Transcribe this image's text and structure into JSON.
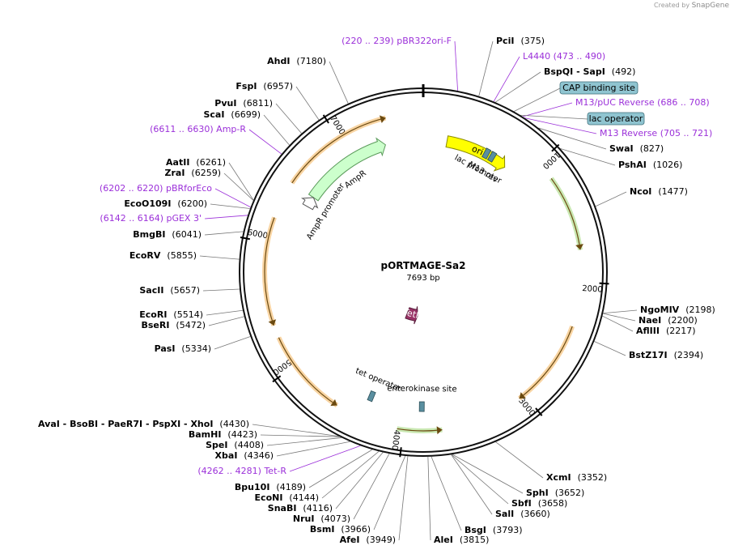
{
  "header": {
    "created_by": "Created by",
    "brand": "SnapGene"
  },
  "plasmid": {
    "name": "pORTMAGE-Sa2",
    "size_label": "7693 bp",
    "length": 7693
  },
  "ticks": [
    {
      "pos": 1000,
      "label": "1000"
    },
    {
      "pos": 2000,
      "label": "2000"
    },
    {
      "pos": 3000,
      "label": "3000"
    },
    {
      "pos": 4000,
      "label": "4000"
    },
    {
      "pos": 5000,
      "label": "5000"
    },
    {
      "pos": 6000,
      "label": "6000"
    },
    {
      "pos": 7000,
      "label": "7000"
    }
  ],
  "features": [
    {
      "name": "ori",
      "label": "ori",
      "start": 220,
      "end": 809,
      "dir": "cw",
      "color": "#ffff00",
      "stroke": "#8a8a00",
      "track": "inner",
      "label_pos": "on"
    },
    {
      "name": "AmpR",
      "label": "AmpR",
      "start": 6500,
      "end": 7340,
      "dir": "cw",
      "color": "#ccffcc",
      "stroke": "#5a9a5a",
      "track": "inner",
      "label_pos": "inside"
    },
    {
      "name": "AmpR promoter",
      "label": "AmpR promoter",
      "start": 6400,
      "end": 6500,
      "dir": "cw",
      "color": "#ffffff",
      "stroke": "#555555",
      "track": "inner",
      "label_pos": "inside"
    },
    {
      "name": "TetR",
      "label": "TetR",
      "start": 4000,
      "end": 4300,
      "dir": "ccw",
      "color": "#993366",
      "stroke": "#5a1d3c",
      "track": "inner",
      "label_pos": "on"
    }
  ],
  "small_features": [
    {
      "label": "lac promoter",
      "pos": 600
    },
    {
      "label": "M13 rev",
      "pos": 660
    },
    {
      "label": "tet operator",
      "pos": 4330
    },
    {
      "label": "enterokinase site",
      "pos": 3860
    }
  ],
  "outer_arcs": [
    {
      "start": 1150,
      "end": 1750,
      "dir": "cw",
      "color": "#88cc55"
    },
    {
      "start": 2350,
      "end": 3050,
      "dir": "cw",
      "color": "#f0a030"
    },
    {
      "start": 3700,
      "end": 4050,
      "dir": "ccw",
      "color": "#88cc55"
    },
    {
      "start": 4550,
      "end": 5250,
      "dir": "ccw",
      "color": "#f0a030"
    },
    {
      "start": 5350,
      "end": 6200,
      "dir": "ccw",
      "color": "#f0a030"
    },
    {
      "start": 6500,
      "end": 7400,
      "dir": "cw",
      "color": "#f0a030"
    }
  ],
  "sites": [
    {
      "text": "PciI",
      "num": "(375)"
    },
    {
      "text": "BspQI  -  SapI",
      "num": "(492)"
    },
    {
      "text": "SwaI",
      "num": "(827)"
    },
    {
      "text": "PshAI",
      "num": "(1026)"
    },
    {
      "text": "NcoI",
      "num": "(1477)"
    },
    {
      "text": "NgoMIV",
      "num": "(2198)"
    },
    {
      "text": "NaeI",
      "num": "(2200)"
    },
    {
      "text": "AflIII",
      "num": "(2217)"
    },
    {
      "text": "BstZ17I",
      "num": "(2394)"
    },
    {
      "text": "XcmI",
      "num": "(3352)"
    },
    {
      "text": "SphI",
      "num": "(3652)"
    },
    {
      "text": "SbfI",
      "num": "(3658)"
    },
    {
      "text": "SalI",
      "num": "(3660)"
    },
    {
      "text": "BsgI",
      "num": "(3793)"
    },
    {
      "text": "AleI",
      "num": "(3815)"
    },
    {
      "text": "AfeI",
      "num": "(3949)"
    },
    {
      "text": "BsmI",
      "num": "(3966)"
    },
    {
      "text": "NruI",
      "num": "(4073)"
    },
    {
      "text": "SnaBI",
      "num": "(4116)"
    },
    {
      "text": "EcoNI",
      "num": "(4144)"
    },
    {
      "text": "Bpu10I",
      "num": "(4189)"
    },
    {
      "text": "XbaI",
      "num": "(4346)"
    },
    {
      "text": "SpeI",
      "num": "(4408)"
    },
    {
      "text": "BamHI",
      "num": "(4423)"
    },
    {
      "text": "AvaI  -  BsoBI  -  PaeR7I  -  PspXI  -  XhoI",
      "num": "(4430)"
    },
    {
      "text": "PasI",
      "num": "(5334)"
    },
    {
      "text": "BseRI",
      "num": "(5472)"
    },
    {
      "text": "EcoRI",
      "num": "(5514)"
    },
    {
      "text": "SacII",
      "num": "(5657)"
    },
    {
      "text": "EcoRV",
      "num": "(5855)"
    },
    {
      "text": "BmgBI",
      "num": "(6041)"
    },
    {
      "text": "EcoO109I",
      "num": "(6200)"
    },
    {
      "text": "ZraI",
      "num": "(6259)"
    },
    {
      "text": "AatII",
      "num": "(6261)"
    },
    {
      "text": "ScaI",
      "num": "(6699)"
    },
    {
      "text": "PvuI",
      "num": "(6811)"
    },
    {
      "text": "FspI",
      "num": "(6957)"
    },
    {
      "text": "AhdI",
      "num": "(7180)"
    }
  ],
  "primers": [
    {
      "text": "(220 .. 239)  pBR322ori-F"
    },
    {
      "text": "L4440    (473 .. 490)"
    },
    {
      "text": "M13/pUC Reverse    (686 .. 708)"
    },
    {
      "text": "M13 Reverse    (705 .. 721)"
    },
    {
      "text": "(6611 .. 6630)  Amp-R"
    },
    {
      "text": "(6202 .. 6220)  pBRforEco"
    },
    {
      "text": "(6142 .. 6164)  pGEX 3'"
    },
    {
      "text": "(4262 .. 4281)  Tet-R"
    }
  ],
  "boxed": [
    {
      "text": "CAP binding site"
    },
    {
      "text": "lac operator"
    }
  ],
  "colors": {
    "primer": "#9b30d9",
    "box_fill": "#8fc4d0",
    "backbone": "#111111"
  }
}
